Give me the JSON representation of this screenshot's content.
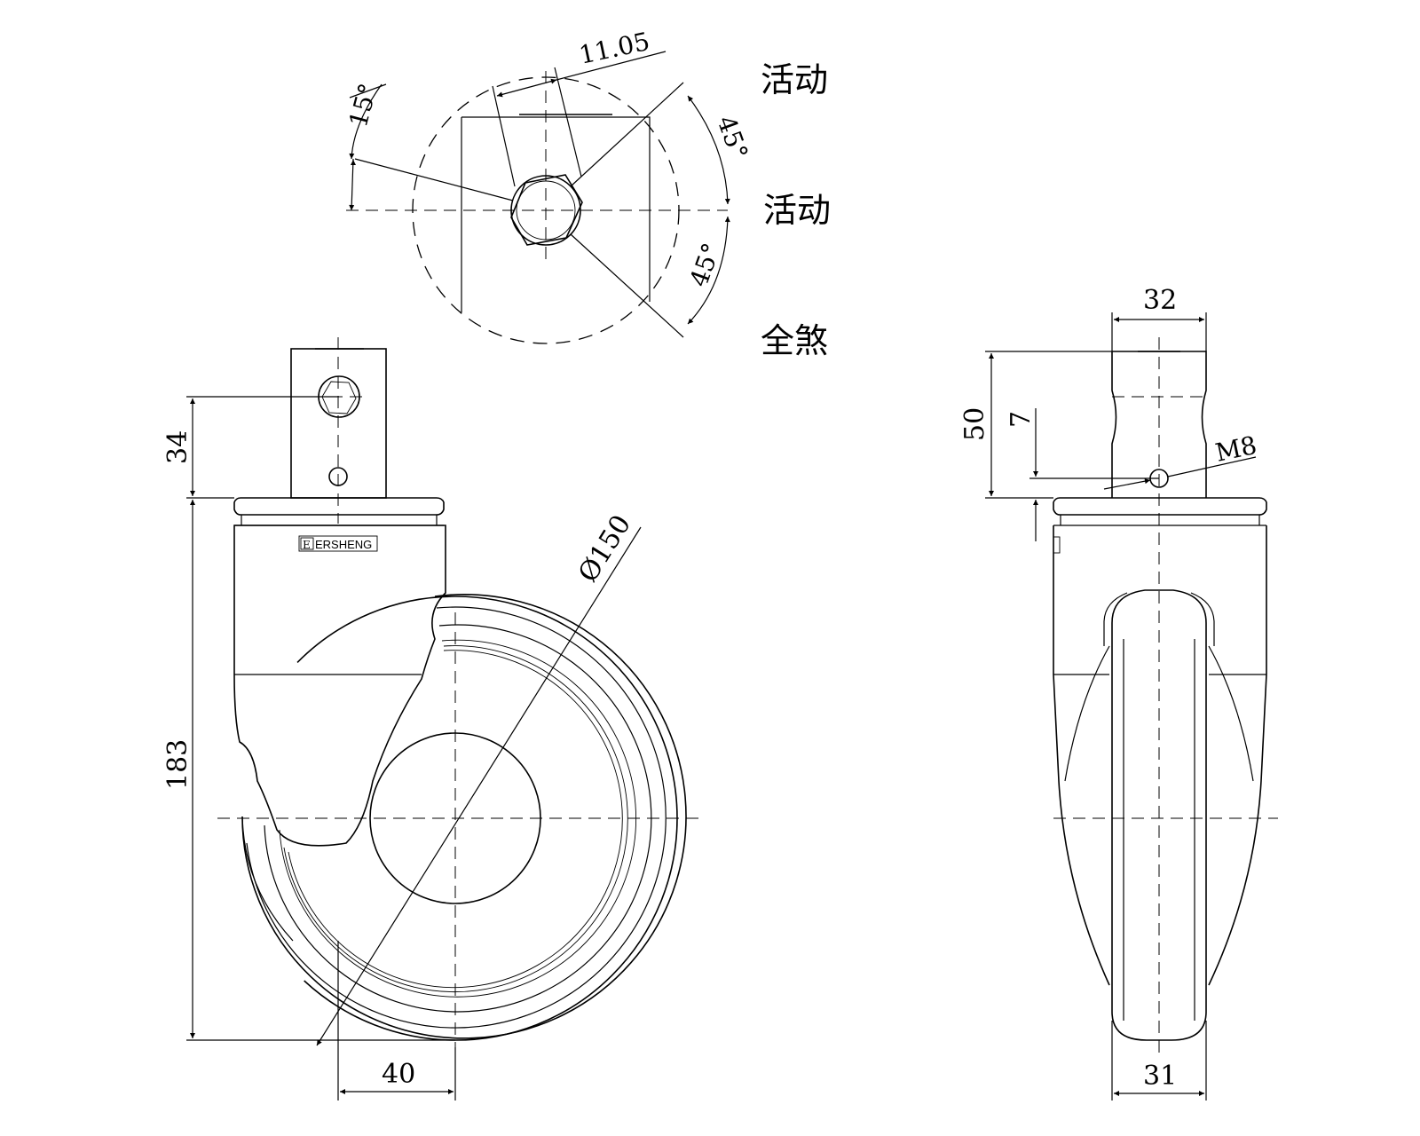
{
  "top_view": {
    "angle_15": "15°",
    "dim_11_05": "11.05",
    "angle_45_upper": "45°",
    "angle_45_lower": "45°",
    "label_swivel_1": "活动",
    "label_swivel_2": "活动",
    "label_total_brake": "全煞"
  },
  "front_view": {
    "dim_height_stem": "34",
    "dim_height_total": "183",
    "dim_diameter": "Ø150",
    "dim_offset": "40",
    "brand": "ERSHENG",
    "brand_mark": "E"
  },
  "side_view": {
    "dim_stem_width": "32",
    "dim_stem_height": "50",
    "dim_hole_offset": "7",
    "dim_thread": "M8",
    "dim_wheel_width": "31"
  }
}
